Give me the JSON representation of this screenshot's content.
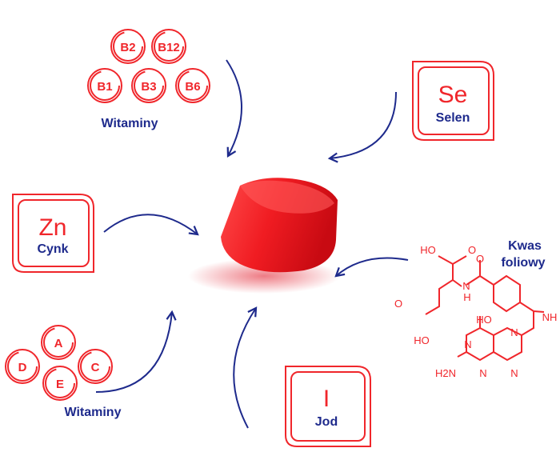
{
  "colors": {
    "red": "#f0262b",
    "navy": "#1e2a8c"
  },
  "vitamins_top": {
    "label": "Witaminy",
    "items": [
      "B2",
      "B12",
      "B1",
      "B3",
      "B6"
    ]
  },
  "vitamins_bottom": {
    "label": "Witaminy",
    "items": [
      "A",
      "D",
      "C",
      "E"
    ]
  },
  "selenium": {
    "symbol": "Se",
    "name": "Selen"
  },
  "zinc": {
    "symbol": "Zn",
    "name": "Cynk"
  },
  "iodine": {
    "symbol": "I",
    "name": "Jod"
  },
  "folic_acid": {
    "label_line1": "Kwas",
    "label_line2": "foliowy",
    "atoms": [
      "HO",
      "O",
      "O",
      "N",
      "H",
      "O",
      "HO",
      "NH",
      "HO",
      "N",
      "N",
      "H2N",
      "N",
      "N"
    ]
  }
}
